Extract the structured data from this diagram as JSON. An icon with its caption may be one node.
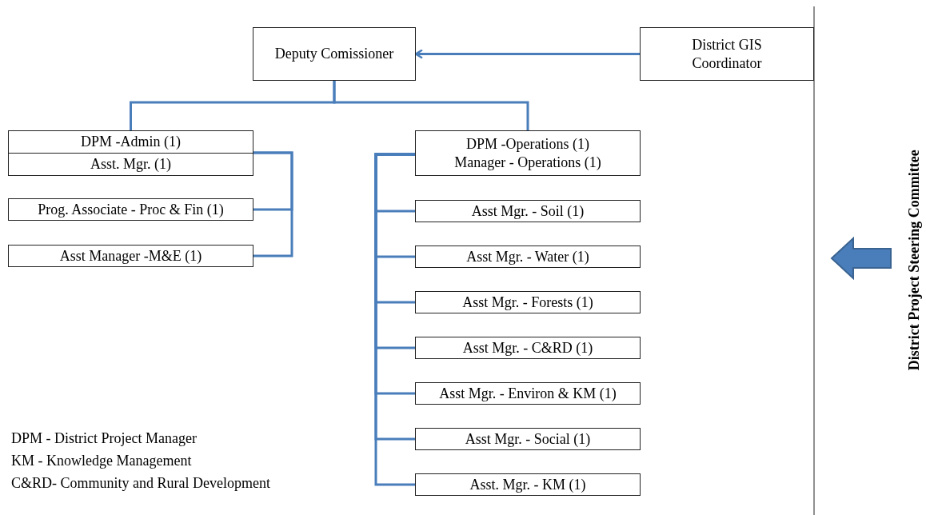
{
  "diagram": {
    "nodes": [
      {
        "text": [
          "Deputy Comissioner"
        ]
      },
      {
        "text": [
          "District GIS Coordinator"
        ]
      },
      {
        "text": [
          "DPM -Admin (1)",
          "Asst. Mgr. (1)"
        ]
      },
      {
        "text": [
          "Prog. Associate - Proc & Fin (1)"
        ]
      },
      {
        "text": [
          "Asst Manager -M&E (1)"
        ]
      },
      {
        "text": [
          "DPM -Operations (1)",
          "Manager - Operations (1)"
        ]
      },
      {
        "text": [
          "Asst Mgr. - Soil (1)"
        ]
      },
      {
        "text": [
          "Asst Mgr. - Water (1)"
        ]
      },
      {
        "text": [
          "Asst Mgr. - Forests (1)"
        ]
      },
      {
        "text": [
          "Asst Mgr. - C&RD (1)"
        ]
      },
      {
        "text": [
          "Asst Mgr. - Environ & KM (1)"
        ]
      },
      {
        "text": [
          "Asst Mgr. - Social (1)"
        ]
      },
      {
        "text": [
          "Asst. Mgr. - KM (1)"
        ]
      },
      {
        "text": [
          "District Project Steering Committee"
        ]
      }
    ],
    "edges": [
      {
        "from": 1,
        "to": 0,
        "arrow": "to"
      },
      {
        "from": 0,
        "to": 2,
        "arrow": "none"
      },
      {
        "from": 0,
        "to": 5,
        "arrow": "none"
      },
      {
        "from": 2,
        "to": 3,
        "arrow": "none"
      },
      {
        "from": 2,
        "to": 4,
        "arrow": "none"
      },
      {
        "from": 5,
        "to": 6,
        "arrow": "none"
      },
      {
        "from": 5,
        "to": 7,
        "arrow": "none"
      },
      {
        "from": 5,
        "to": 8,
        "arrow": "none"
      },
      {
        "from": 5,
        "to": 9,
        "arrow": "none"
      },
      {
        "from": 5,
        "to": 10,
        "arrow": "none"
      },
      {
        "from": 5,
        "to": 11,
        "arrow": "none"
      },
      {
        "from": 5,
        "to": 12,
        "arrow": "none"
      },
      {
        "from": 13,
        "to": null,
        "arrow": "to",
        "style": "thick"
      }
    ],
    "labels": [
      "DPM - District Project Manager",
      "KM - Knowledge Management",
      "C&RD- Community and Rural Development"
    ]
  }
}
